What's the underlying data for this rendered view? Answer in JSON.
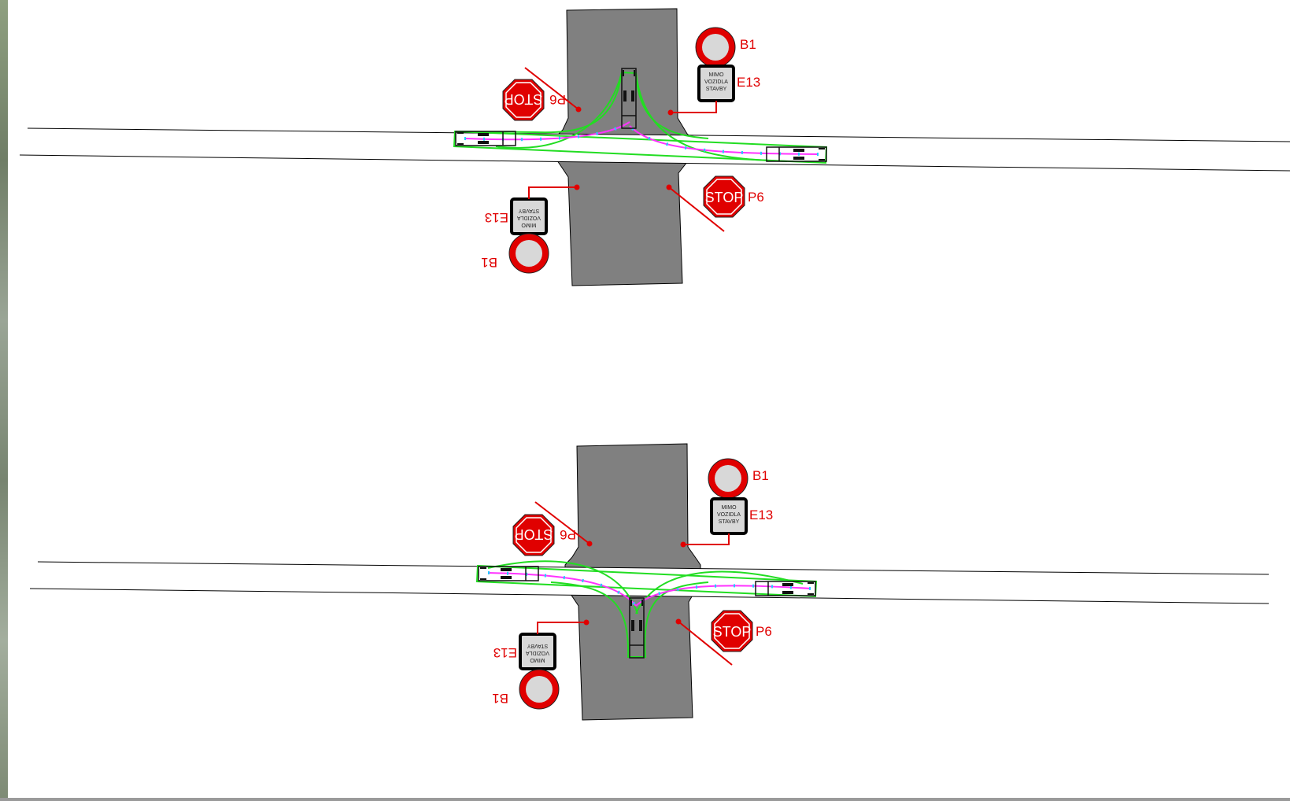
{
  "drawing": {
    "scenarios": [
      {
        "name": "",
        "truck_position": "side-road-top"
      },
      {
        "name": "",
        "truck_position": "side-road-bottom"
      }
    ],
    "signs": {
      "b1": {
        "code": "B1"
      },
      "e13": {
        "code": "E13",
        "lines": [
          "MIMO",
          "VOZIDLA",
          "STAVBY"
        ]
      },
      "p6": {
        "code": "P6",
        "text": "STOP"
      }
    },
    "colors": {
      "side_road": "#808080",
      "sign_red": "#e00000",
      "envelope": "#22dd22",
      "trajectory": "#ff33ff",
      "axle_path": "#22ccff",
      "road_edge": "#000000"
    }
  }
}
